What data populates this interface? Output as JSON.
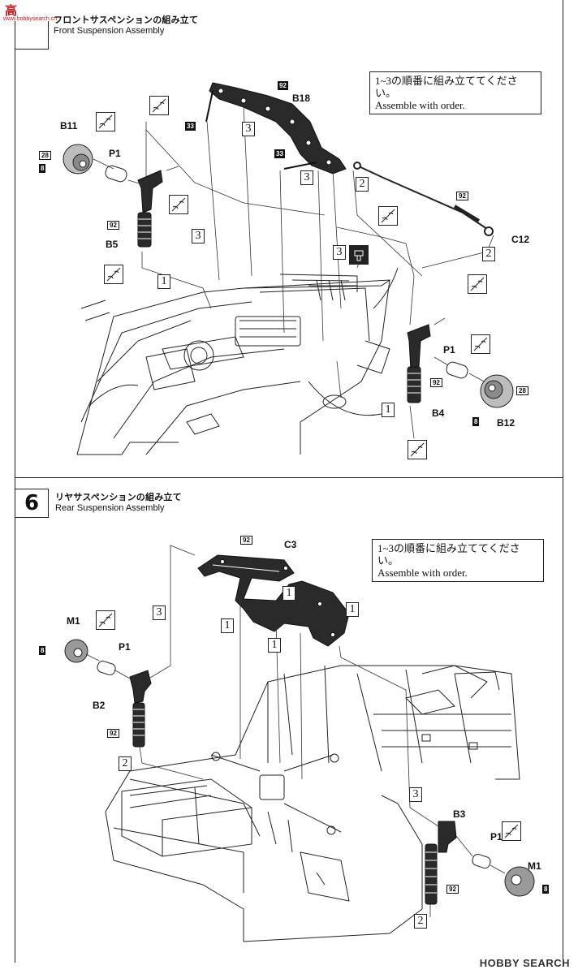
{
  "watermark": {
    "logo_text": "高",
    "logo_sub": "www.hobbysearch.cn",
    "bottom_text": "HOBBY SEARCH"
  },
  "step5": {
    "title_jp": "フロントサスペンションの組み立て",
    "title_en": "Front Suspension Assembly",
    "note_jp": "1~3の順番に組み立ててください。",
    "note_en": "Assemble with order.",
    "parts": {
      "b18": "B18",
      "b11": "B11",
      "p1_left": "P1",
      "b5": "B5",
      "c12": "C12",
      "p1_right": "P1",
      "b4": "B4",
      "b12": "B12"
    },
    "nums": {
      "n92_top": "92",
      "n33_a": "33",
      "n33_b": "33",
      "n28_left": "28",
      "n8_left": "8",
      "n92_b5": "92",
      "n92_c12": "92",
      "n92_b4": "92",
      "n28_right": "28",
      "n8_right": "8"
    },
    "orders": {
      "o3_a": "3",
      "o3_b": "3",
      "o3_c": "3",
      "o3_d": "3",
      "o2_a": "2",
      "o2_b": "2",
      "o1_left": "1",
      "o1_right": "1"
    }
  },
  "step6": {
    "number": "6",
    "title_jp": "リヤサスペンションの組み立て",
    "title_en": "Rear Suspension Assembly",
    "note_jp": "1~3の順番に組み立ててください。",
    "note_en": "Assemble with order.",
    "parts": {
      "c3": "C3",
      "m1_left": "M1",
      "p1_left": "P1",
      "b2": "B2",
      "b3": "B3",
      "p1_right": "P1",
      "m1_right": "M1"
    },
    "nums": {
      "n92_top": "92",
      "n8_left": "8",
      "n92_b2": "92",
      "n92_b3": "92",
      "n8_right": "8"
    },
    "orders": {
      "o3_left": "3",
      "o1_a": "1",
      "o1_b": "1",
      "o1_c": "1",
      "o1_d": "1",
      "o2_left": "2",
      "o3_right": "3",
      "o2_right": "2"
    }
  }
}
